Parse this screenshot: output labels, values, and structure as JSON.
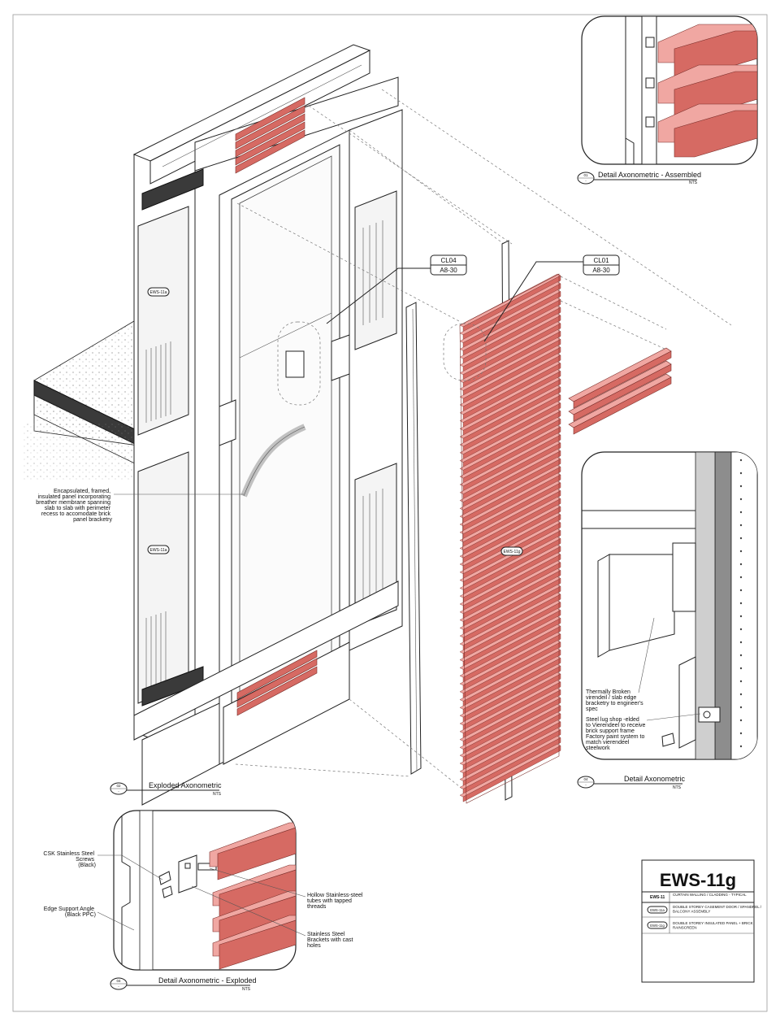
{
  "title_block": {
    "code": "EWS-11g",
    "rows": [
      {
        "tag": "EWS-11",
        "text": "CURTAIN WALLING / CLADDING - TYPICAL"
      },
      {
        "tag": "EWS-11a",
        "text": "DOUBLE STOREY CASEMENT DOOR / SPANDREL / BALCONY ASSEMBLY"
      },
      {
        "tag": "EWS-11g",
        "text": "DOUBLE STOREY INSULATED PANEL + BRICK RAINSCREEN"
      }
    ]
  },
  "views": {
    "assembled": {
      "number": "01",
      "sub": "-",
      "title": "Detail Axonometric - Assembled",
      "scale": "NTS"
    },
    "exploded_axo": {
      "number": "02",
      "sub": "-",
      "title": "Exploded Axonometric",
      "scale": "NTS"
    },
    "detail_axo": {
      "number": "04",
      "sub": "-",
      "title": "Detail Axonometric",
      "scale": "NTS"
    },
    "detail_exploded": {
      "number": "04",
      "sub": "-",
      "title": "Detail Axonometric - Exploded",
      "scale": "NTS"
    }
  },
  "callouts": {
    "cl04": {
      "code": "CL04",
      "ref": "A8-30"
    },
    "cl01": {
      "code": "CL01",
      "ref": "A8-30"
    }
  },
  "tags": {
    "ews11a_upper": "EWS-11a",
    "ews11a_lower": "EWS-11a",
    "ews11g_panel": "EWS-11g"
  },
  "notes": {
    "panel": [
      "Encapsulated, framed,",
      "insulated panel incorporating",
      "breather membrane spanning",
      "slab to slab with perimeter",
      "recess to accomodate brick",
      "panel bracketry"
    ],
    "thermal": [
      "Thermally Broken",
      "virendeil / slab edge",
      "bracketry to engineer's",
      "spec"
    ],
    "lug": [
      "Steel lug shop -elded",
      "to Vierendeel to receive",
      "brick support frame",
      "Factory paint system to",
      "match vierendeel",
      "steelwork"
    ],
    "csk": [
      "CSK Stainless Steel",
      "Screws",
      "(Black)"
    ],
    "angle": [
      "Edge Support Angle",
      "(Black PPC)"
    ],
    "tubes": [
      "Hollow Stainless-steel",
      "tubes with tapped",
      "threads"
    ],
    "brackets": [
      "Stainless Steel",
      "Brackets with cast",
      "holes"
    ]
  },
  "colors": {
    "brick_top": "#f0a7a2",
    "brick_front": "#d66a63",
    "brick_side": "#c25650",
    "slab": "#3a3a3a"
  }
}
